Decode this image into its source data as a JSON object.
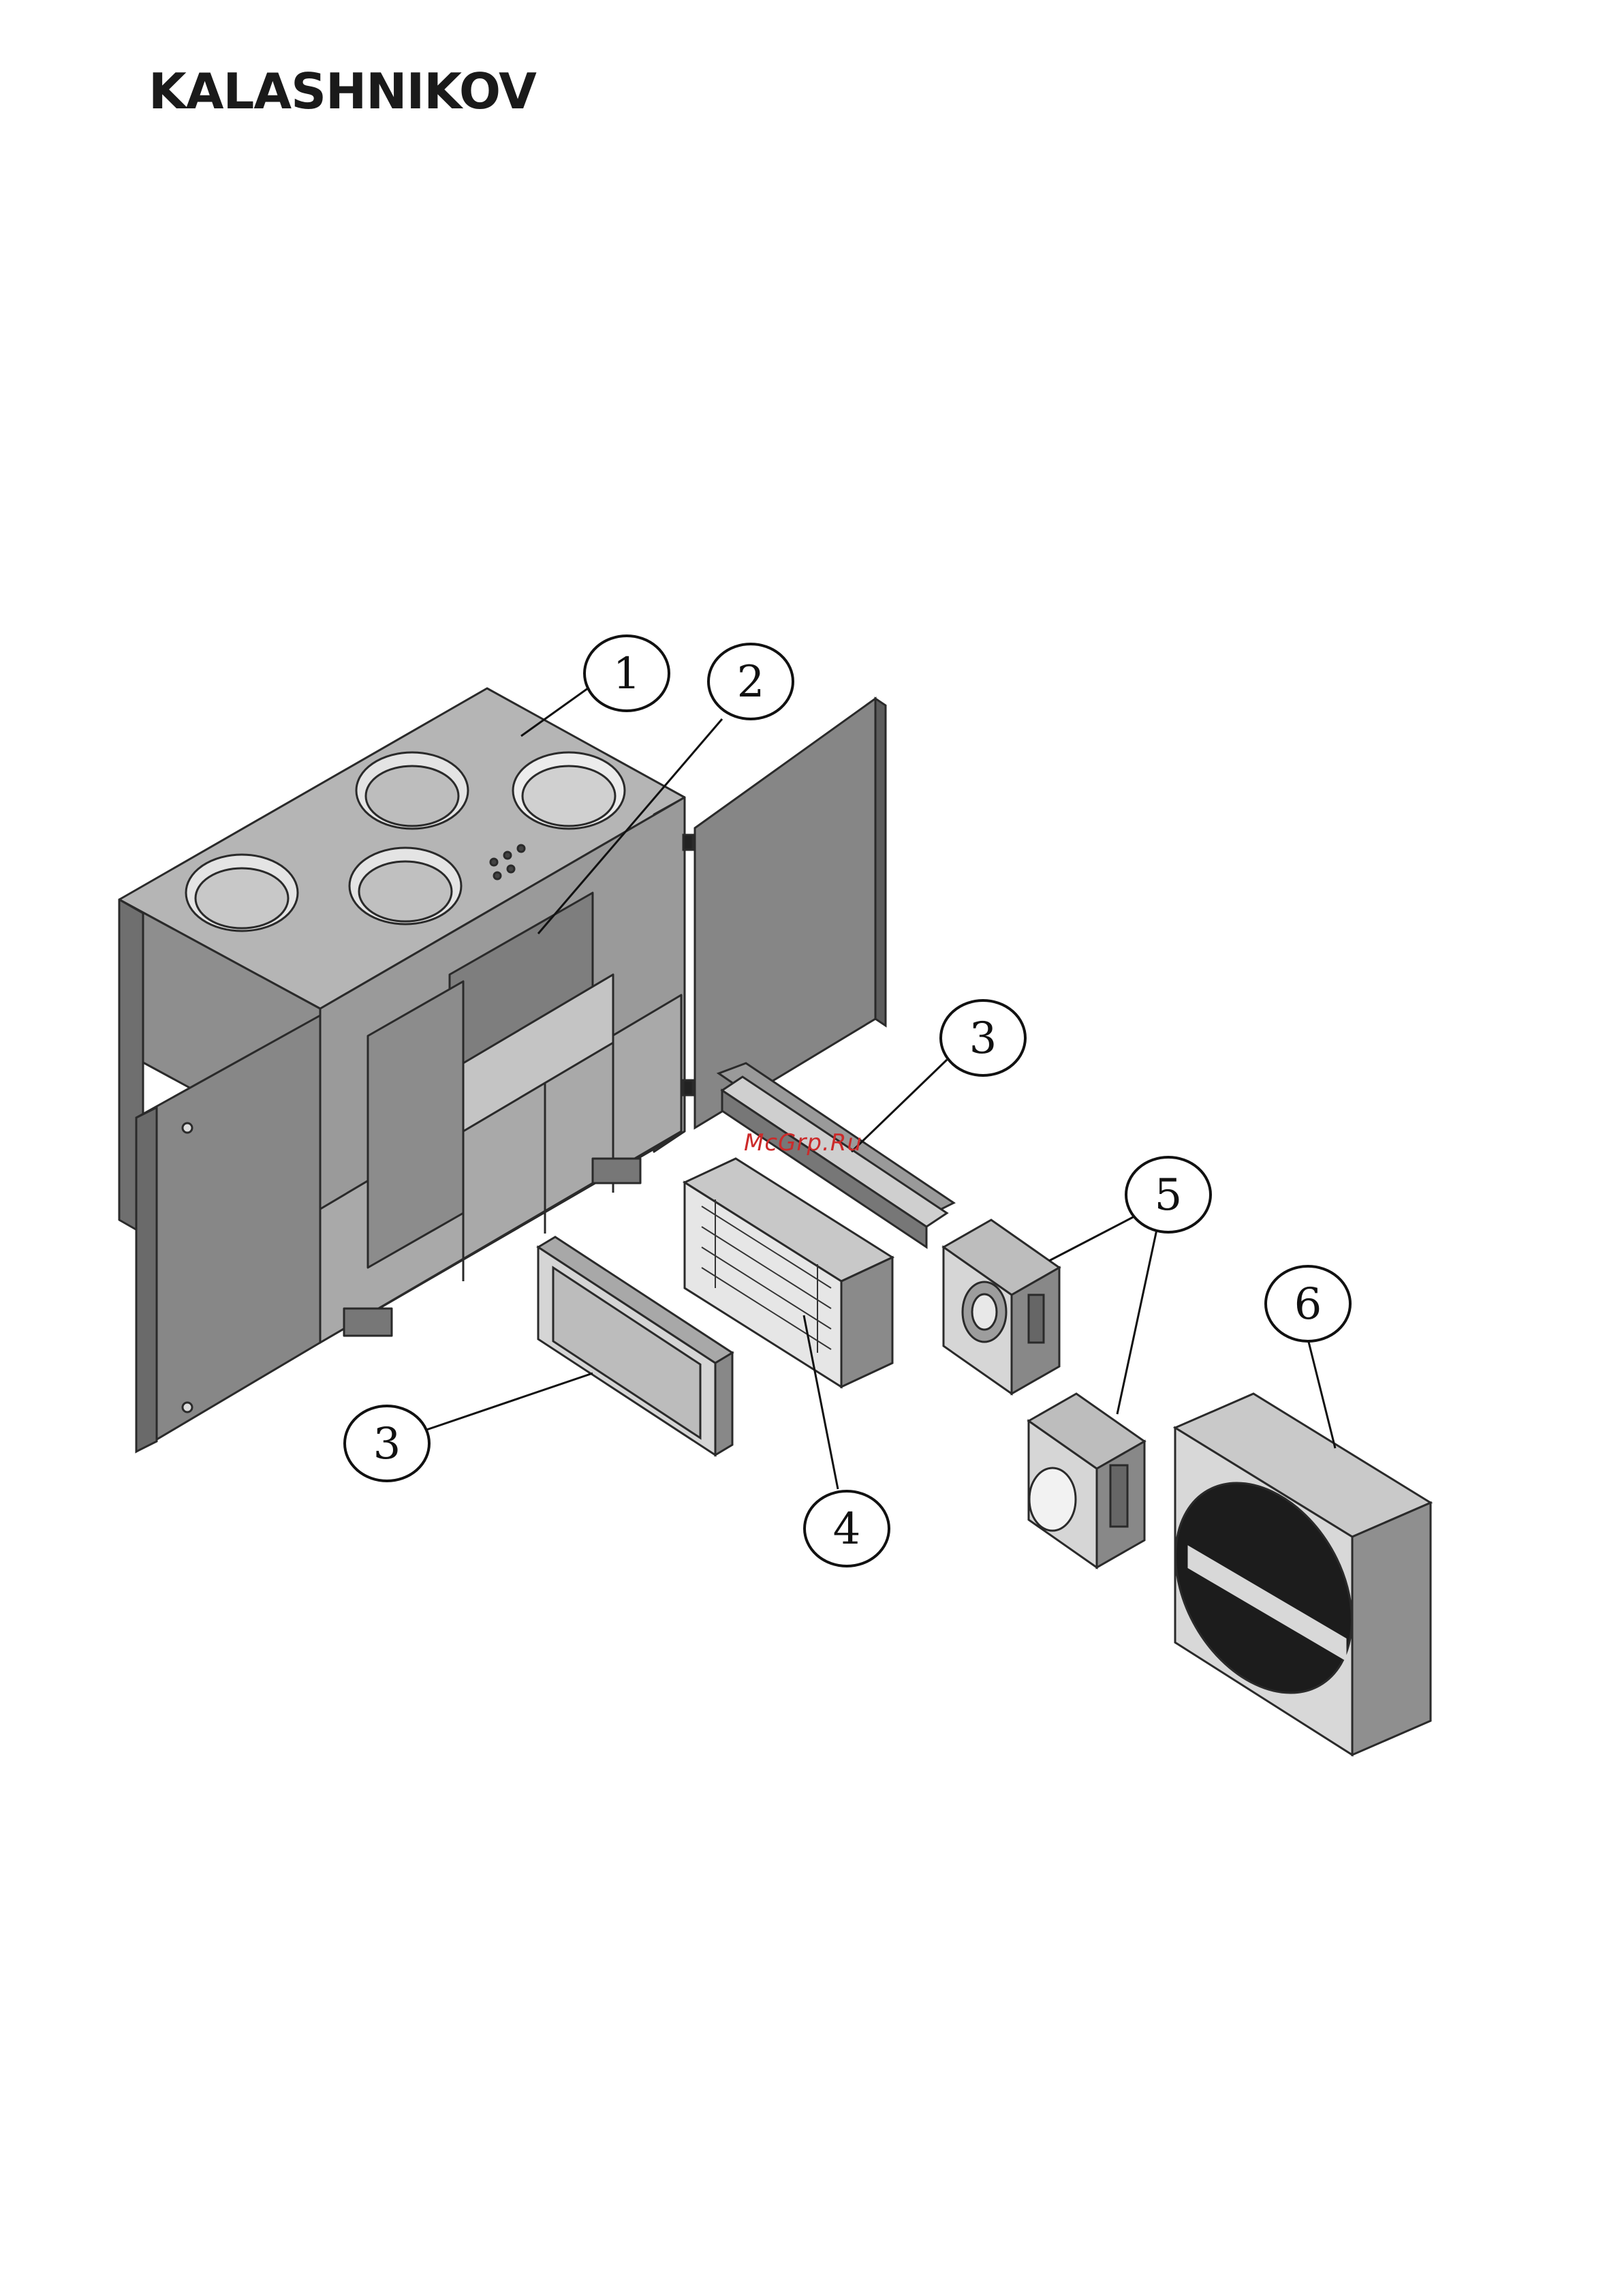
{
  "header": {
    "brand": "KALASHNIKOV"
  },
  "watermark": {
    "text": "McGrp.Ru",
    "color": "#cc2a2a"
  },
  "callouts": [
    "1",
    "2",
    "3",
    "3",
    "4",
    "5",
    "6"
  ],
  "colors": {
    "body": "#8a8a8a",
    "body_dark": "#6e6e6e",
    "body_light": "#b9b9b9",
    "outline": "#2a2a2a",
    "wheel": "#1c1c1c"
  }
}
